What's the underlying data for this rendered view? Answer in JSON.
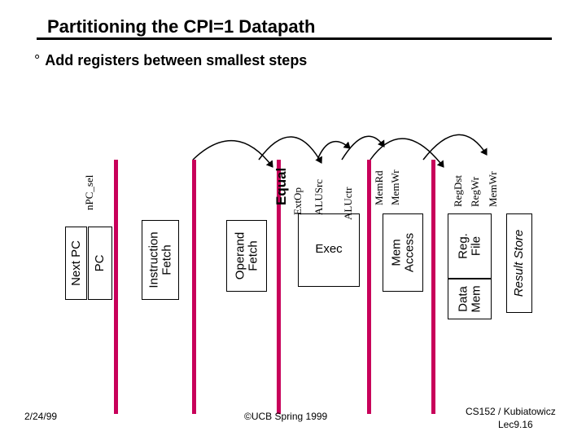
{
  "title": "Partitioning the CPI=1 Datapath",
  "bullet": {
    "mark": "°",
    "text": "Add registers between smallest steps"
  },
  "blocks": {
    "next_pc": "Next PC",
    "pc": "PC",
    "instruction_fetch": [
      "Instruction",
      "Fetch"
    ],
    "operand_fetch": [
      "Operand",
      "Fetch"
    ],
    "exec": "Exec",
    "mem_access": [
      "Mem",
      "Access"
    ],
    "data_mem": [
      "Data",
      "Mem"
    ],
    "reg_file": [
      "Reg.",
      "File"
    ],
    "result_store": "Result Store"
  },
  "signals": {
    "npc_sel": "nPC_sel",
    "equal": "Equal",
    "extop": "ExtOp",
    "alusrc": "ALUSrc",
    "aluctr": "ALUctr",
    "memrd": "MemRd",
    "memwr_1": "MemWr",
    "regdst": "RegDst",
    "regwr": "RegWr",
    "memwr_2": "MemWr"
  },
  "footer": {
    "date": "2/24/99",
    "copyright": "©UCB Spring 1999",
    "course": "CS152 / Kubiatowicz",
    "lecture": "Lec9.16"
  },
  "colors": {
    "register_bar": "#c8005a",
    "ink": "#000000"
  }
}
